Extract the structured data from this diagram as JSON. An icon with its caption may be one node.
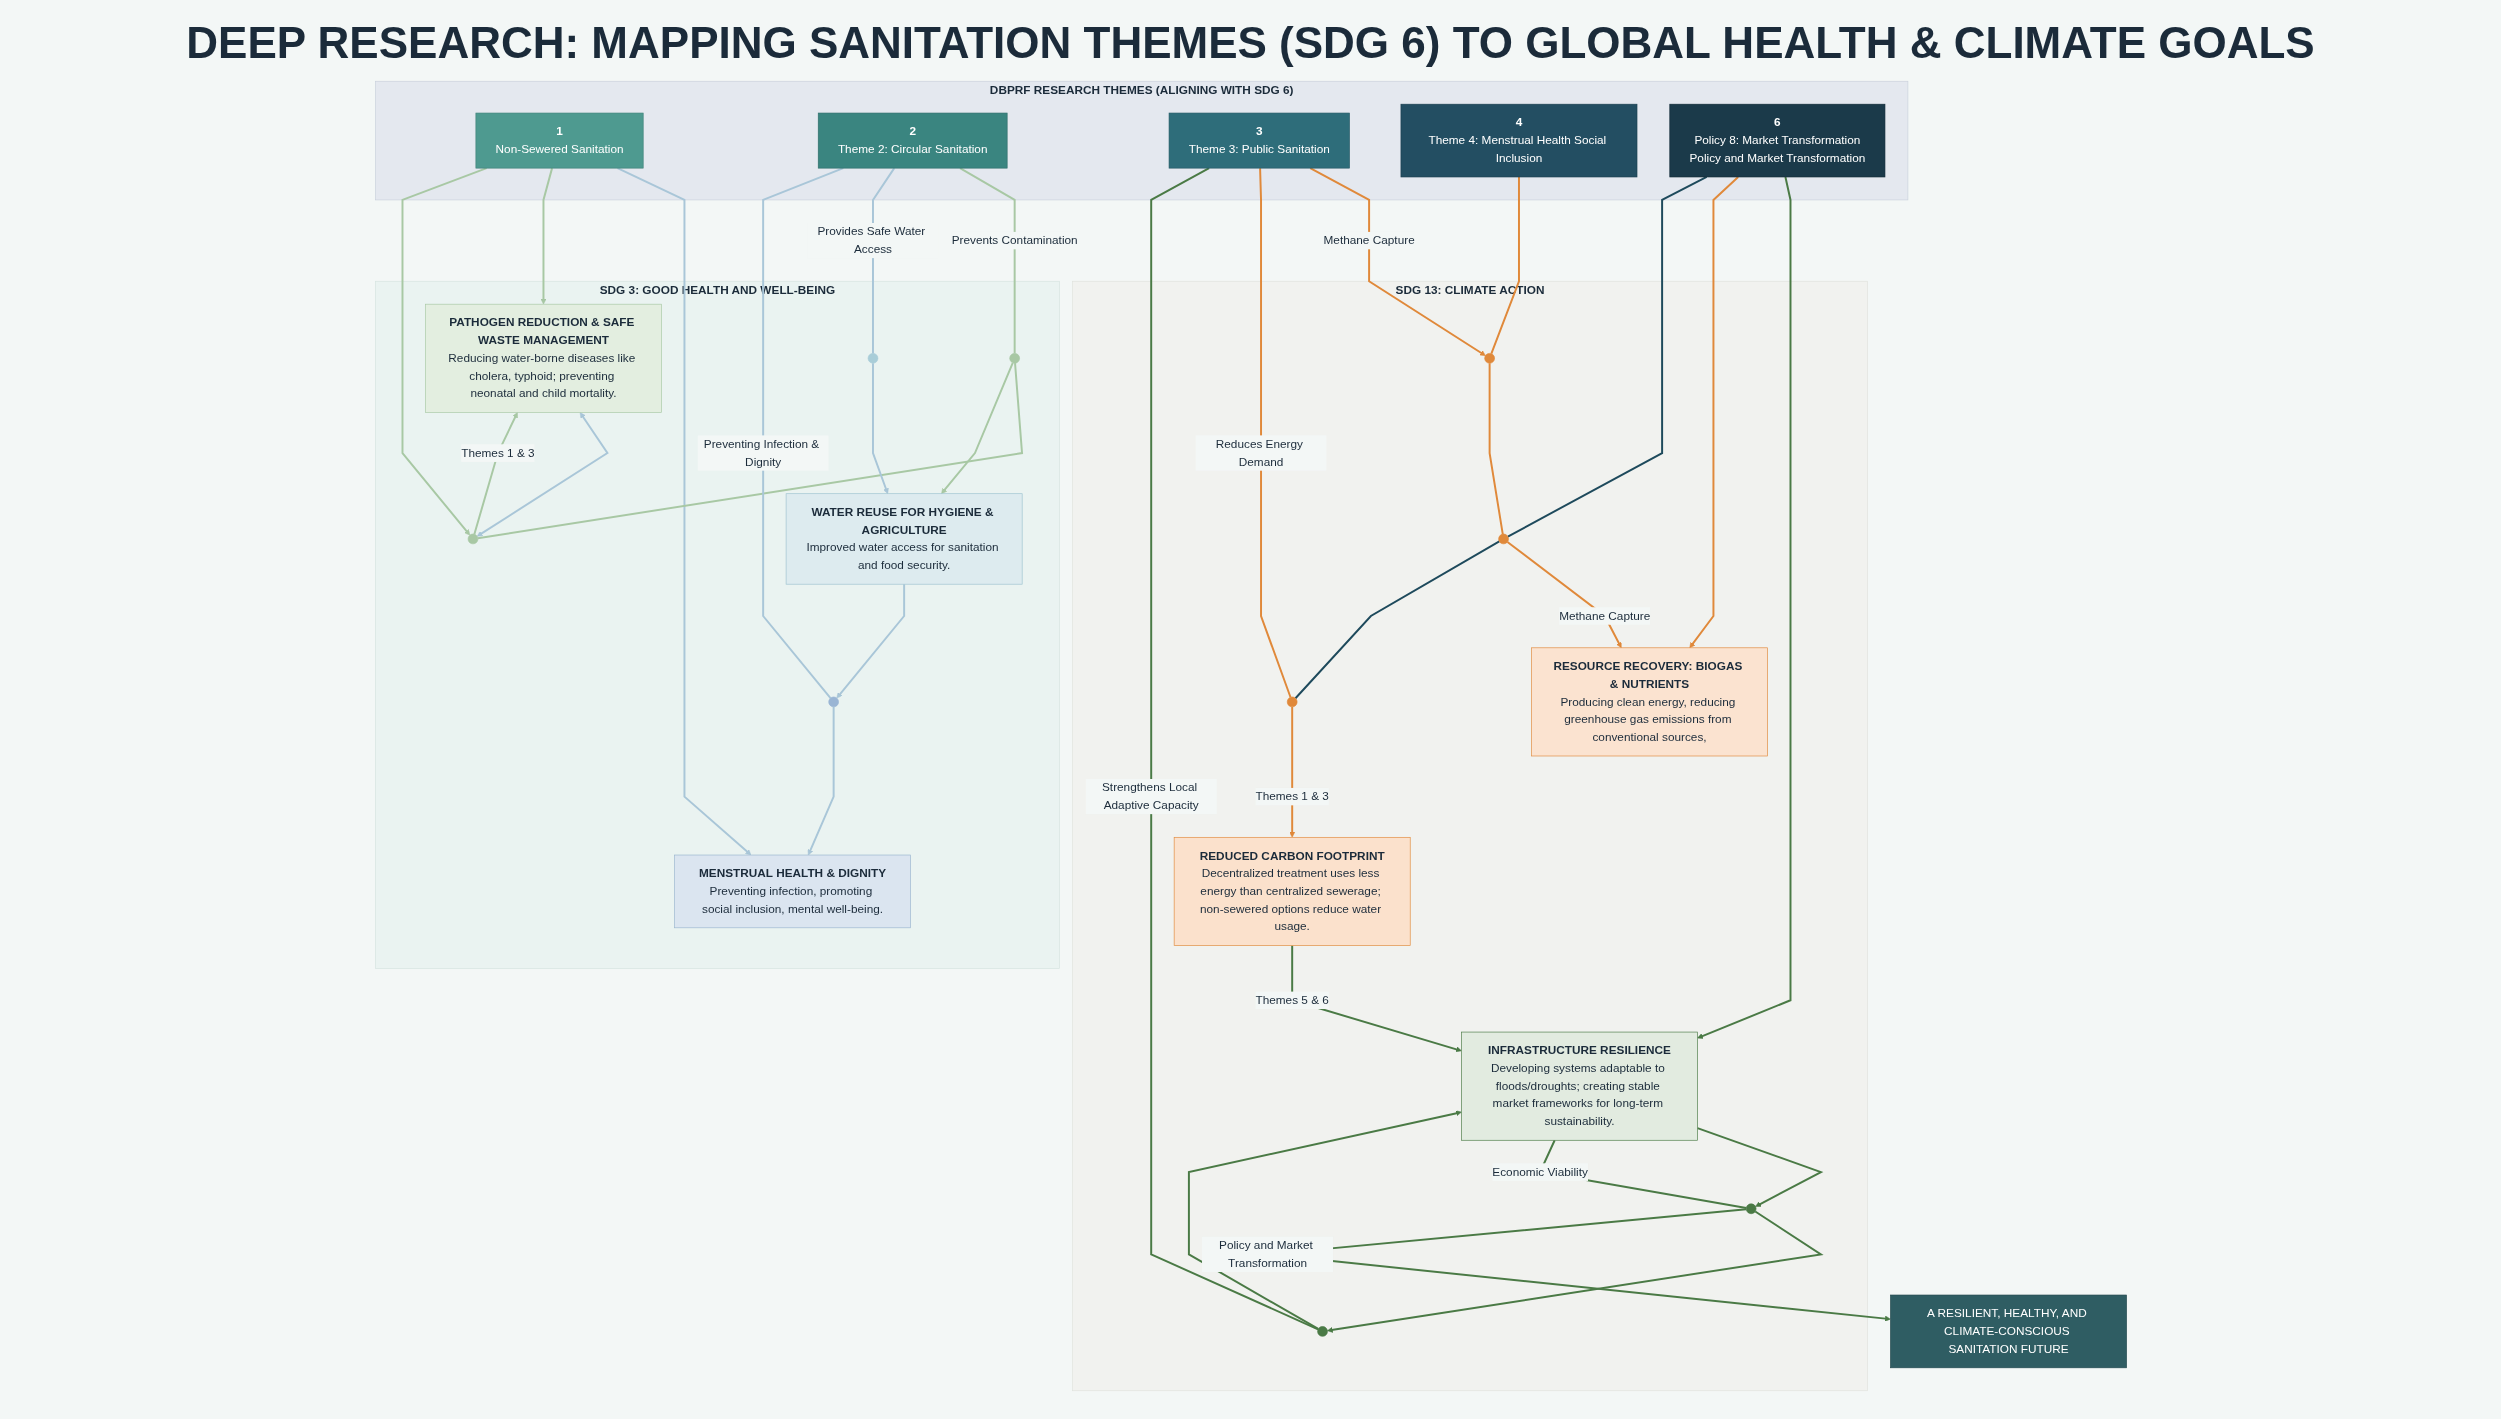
{
  "diagram": {
    "title": "DEEP RESEARCH: MAPPING SANITATION THEMES (SDG 6) TO GLOBAL HEALTH & CLIMATE GOALS",
    "nodes": [
      {
        "text": [
          "DBPRF RESEARCH THEMES (ALIGNING WITH SDG 6)"
        ]
      },
      {
        "text": [
          "1",
          "Non-Sewered Sanitation"
        ],
        "in": 0
      },
      {
        "text": [
          "2",
          "Theme 2: Circular Sanitation"
        ],
        "in": 0
      },
      {
        "text": [
          "3",
          "Theme 3: Public Sanitation"
        ],
        "in": 0
      },
      {
        "text": [
          "4",
          "Theme 4: Menstrual Health Social Inclusion"
        ],
        "in": 0
      },
      {
        "text": [
          "6",
          "Policy 8: Market Transformation",
          "Policy and Market Transformation"
        ],
        "in": 0
      },
      {
        "text": [
          "SDG 3: GOOD HEALTH AND WELL-BEING"
        ]
      },
      {
        "text": [
          "PATHOGEN REDUCTION & SAFE WASTE MANAGEMENT",
          "Reducing water-borne diseases like cholera, typhoid; preventing neonatal and child mortality."
        ],
        "in": 6
      },
      {
        "text": [
          "WATER REUSE FOR HYGIENE & AGRICULTURE",
          "Improved water access for sanitation and food security."
        ],
        "in": 6
      },
      {
        "text": [
          "MENSTRUAL HEALTH & DIGNITY",
          "Preventing infection, promoting social inclusion, mental well-being."
        ],
        "in": 6
      },
      {
        "text": [
          "SDG 13: CLIMATE ACTION"
        ]
      },
      {
        "text": [
          "RESOURCE RECOVERY: BIOGAS & NUTRIENTS",
          "Producing clean energy, reducing greenhouse gas emissions from conventional sources,"
        ],
        "in": 10
      },
      {
        "text": [
          "REDUCED CARBON FOOTPRINT",
          "Decentralized treatment uses less energy than centralized sewerage; non-sewered options reduce water usage."
        ],
        "in": 10
      },
      {
        "text": [
          "INFRASTRUCTURE RESILIENCE",
          "Developing systems adaptable to floods/droughts; creating stable market frameworks for long-term sustainability."
        ],
        "in": 10
      },
      {
        "text": [
          "A RESILIENT, HEALTHY, AND CLIMATE-CONSCIOUS SANITATION FUTURE"
        ]
      },
      {
        "text": [],
        "shape": "circle",
        "in": 6
      },
      {
        "text": [],
        "shape": "circle",
        "in": 6
      },
      {
        "text": [],
        "shape": "circle",
        "in": 6
      },
      {
        "text": [],
        "shape": "circle",
        "in": 6
      },
      {
        "text": [],
        "shape": "circle",
        "in": 10
      },
      {
        "text": [],
        "shape": "circle",
        "in": 10
      },
      {
        "text": [],
        "shape": "circle",
        "in": 10
      },
      {
        "text": [],
        "shape": "circle",
        "in": 10
      },
      {
        "text": [],
        "shape": "circle",
        "in": 10
      }
    ],
    "edges": [
      {
        "from": 1,
        "to": 9,
        "arrow": "to",
        "color": "#a9c6d8"
      },
      {
        "from": 1,
        "to": 7,
        "arrow": "to",
        "color": "#a8c8a4"
      },
      {
        "from": 7,
        "to": 15,
        "arrow": "both",
        "color": "#a9c6d8"
      },
      {
        "from": 1,
        "to": 15,
        "arrow": "to",
        "color": "#a8c8a4"
      },
      {
        "from": 15,
        "to": 7,
        "label": "Themes 1 & 3",
        "arrow": "to",
        "color": "#a8c8a4"
      },
      {
        "from": 16,
        "to": 15,
        "arrow": "none",
        "color": "#a8c8a4"
      },
      {
        "from": 2,
        "to": 16,
        "label": "Prevents Contamination",
        "arrow": "none",
        "color": "#a8c8a4"
      },
      {
        "from": 16,
        "to": 8,
        "arrow": "to",
        "color": "#a8c8a4"
      },
      {
        "from": 2,
        "to": 17,
        "label": "Provides Safe Water Access",
        "arrow": "none",
        "color": "#a9c6d8"
      },
      {
        "from": 17,
        "to": 8,
        "arrow": "to",
        "color": "#a9c6d8"
      },
      {
        "from": 8,
        "to": 18,
        "arrow": "to",
        "color": "#a9c6d8"
      },
      {
        "from": 2,
        "to": 18,
        "label": "Preventing Infection & Dignity",
        "arrow": "none",
        "color": "#a9c6d8"
      },
      {
        "from": 18,
        "to": 9,
        "arrow": "to",
        "color": "#a9c6d8"
      },
      {
        "from": 5,
        "to": 13,
        "arrow": "to",
        "color": "#4a7a45"
      },
      {
        "from": 5,
        "to": 11,
        "arrow": "to",
        "color": "#e0893a"
      },
      {
        "from": 3,
        "to": 19,
        "label": "Methane Capture",
        "arrow": "to",
        "color": "#e0893a"
      },
      {
        "from": 4,
        "to": 19,
        "arrow": "none",
        "color": "#e0893a"
      },
      {
        "from": 19,
        "to": 20,
        "arrow": "none",
        "color": "#e0893a"
      },
      {
        "from": 20,
        "to": 11,
        "label": "Methane Capture",
        "arrow": "to",
        "color": "#e0893a"
      },
      {
        "from": 5,
        "to": 20,
        "arrow": "none",
        "color": "#1e4a5c"
      },
      {
        "from": 20,
        "to": 21,
        "arrow": "none",
        "color": "#1e4a5c"
      },
      {
        "from": 3,
        "to": 21,
        "label": "Reduces Energy Demand",
        "arrow": "none",
        "color": "#e0893a"
      },
      {
        "from": 21,
        "to": 12,
        "label": "Themes 1 & 3",
        "arrow": "to",
        "color": "#e0893a"
      },
      {
        "from": 12,
        "to": 13,
        "label": "Themes 5 & 6",
        "arrow": "to",
        "color": "#4a7a45"
      },
      {
        "from": 3,
        "to": 22,
        "label": "Strengthens Local Adaptive Capacity",
        "arrow": "none",
        "color": "#4a7a45"
      },
      {
        "from": 22,
        "to": 13,
        "arrow": "to",
        "color": "#4a7a45"
      },
      {
        "from": 13,
        "to": 23,
        "arrow": "to",
        "color": "#4a7a45"
      },
      {
        "from": 23,
        "to": 22,
        "arrow": "to",
        "color": "#4a7a45"
      },
      {
        "from": 23,
        "to": 14,
        "label": "Policy and Market Transformation",
        "arrow": "to",
        "color": "#4a7a45"
      },
      {
        "from": 13,
        "to": 23,
        "label": "Economic Viability",
        "arrow": "none",
        "color": "#4a7a45"
      }
    ]
  }
}
